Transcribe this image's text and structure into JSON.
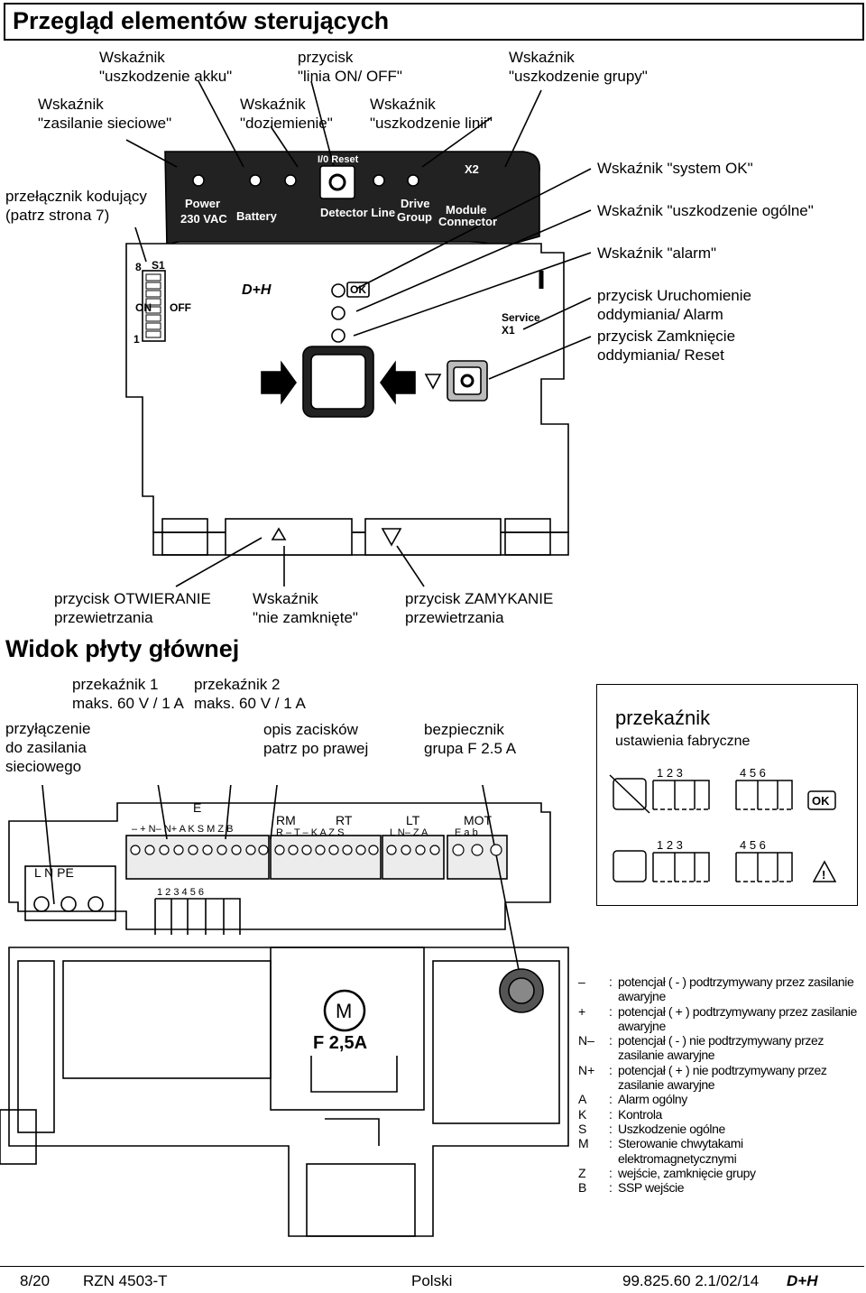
{
  "page_title": "Przegląd elementów sterujących",
  "top_labels": {
    "battery_fault_line1": "Wskaźnik",
    "battery_fault_line2": "\"uszkodzenie akku\"",
    "line_button_line1": "przycisk",
    "line_button_line2": "\"linia ON/ OFF\"",
    "group_fault_line1": "Wskaźnik",
    "group_fault_line2": "\"uszkodzenie grupy\"",
    "mains_line1": "Wskaźnik",
    "mains_line2": "\"zasilanie sieciowe\"",
    "earth_line1": "Wskaźnik",
    "earth_line2": "\"doziemienie\"",
    "line_fault_line1": "Wskaźnik",
    "line_fault_line2": "\"uszkodzenie linii\"",
    "coding_switch_line1": "przełącznik kodujący",
    "coding_switch_line2": "(patrz strona 7)",
    "system_ok": "Wskaźnik \"system OK\"",
    "general_fault": "Wskaźnik \"uszkodzenie ogólne\"",
    "alarm": "Wskaźnik \"alarm\"",
    "start_button_line1": "przycisk Uruchomienie",
    "start_button_line2": "oddymiania/ Alarm",
    "close_button_line1": "przycisk Zamknięcie",
    "close_button_line2": "oddymiania/ Reset",
    "open_vent_line1": "przycisk OTWIERANIE",
    "open_vent_line2": "przewietrzania",
    "not_closed_line1": "Wskaźnik",
    "not_closed_line2": "\"nie zamknięte\"",
    "close_vent_line1": "przycisk ZAMYKANIE",
    "close_vent_line2": "przewietrzania"
  },
  "panel": {
    "power": "Power",
    "power_vac": "230 VAC",
    "battery": "Battery",
    "reset": "I/0 Reset",
    "detector_line": "Detector Line",
    "drive": "Drive",
    "group": "Group",
    "module": "Module",
    "connector": "Connector",
    "x2": "X2",
    "s1": "S1",
    "on": "ON",
    "off": "OFF",
    "one": "1",
    "eight": "8",
    "ok": "OK",
    "service": "Service",
    "x1": "X1",
    "brand": "D+H"
  },
  "section_title": "Widok płyty głównej",
  "board_labels": {
    "relay1_line1": "przekaźnik 1",
    "relay1_line2": "maks. 60 V / 1 A",
    "relay2_line1": "przekaźnik 2",
    "relay2_line2": "maks. 60 V / 1 A",
    "mains_conn_line1": "przyłączenie",
    "mains_conn_line2": "do zasilania",
    "mains_conn_line3": "sieciowego",
    "terminals_line1": "opis zacisków",
    "terminals_line2": "patrz po prawej",
    "fuse_line1": "bezpiecznik",
    "fuse_line2": "grupa F 2.5 A"
  },
  "board": {
    "block_e": "E",
    "block_e_terms": "– + N– N+ A K S M Z B",
    "block_rm": "RM",
    "block_rt": "RT",
    "block_rm_terms": "R – T – K A Z S",
    "block_lt": "LT",
    "block_lt_terms": "L N– Z A",
    "block_mot": "MOT",
    "block_mot_terms": "E a b",
    "mains_terms": "L  N  PE",
    "relay_numbers": "1 2 3 4 5 6",
    "fuse_text": "F 2,5A",
    "motor_symbol": "M"
  },
  "relay_box": {
    "title": "przekaźnik",
    "subtitle": "ustawienia fabryczne",
    "ok": "OK",
    "nums_a": "1 2 3",
    "nums_b": "4 5 6"
  },
  "legend": [
    {
      "sym": "–",
      "text": "potencjał ( - ) podtrzymywany przez zasilanie awaryjne"
    },
    {
      "sym": "+",
      "text": "potencjał ( + ) podtrzymywany przez zasilanie awaryjne"
    },
    {
      "sym": "N–",
      "text": "potencjał ( - ) nie podtrzymywany przez zasilanie awaryjne"
    },
    {
      "sym": "N+",
      "text": "potencjał ( + ) nie podtrzymywany przez zasilanie awaryjne"
    },
    {
      "sym": "A",
      "text": "Alarm ogólny"
    },
    {
      "sym": "K",
      "text": "Kontrola"
    },
    {
      "sym": "S",
      "text": "Uszkodzenie ogólne"
    },
    {
      "sym": "M",
      "text": "Sterowanie chwytakami elektromagnetycznymi"
    },
    {
      "sym": "Z",
      "text": "wejście, zamknięcie grupy"
    },
    {
      "sym": "B",
      "text": "SSP wejście"
    }
  ],
  "footer": {
    "page": "8/20",
    "doc": "RZN 4503-T",
    "language": "Polski",
    "code": "99.825.60 2.1/02/14",
    "brand": "D+H"
  },
  "colors": {
    "ink": "#000000",
    "gray_fill": "#d9d9d9",
    "dark_fill": "#555555"
  }
}
